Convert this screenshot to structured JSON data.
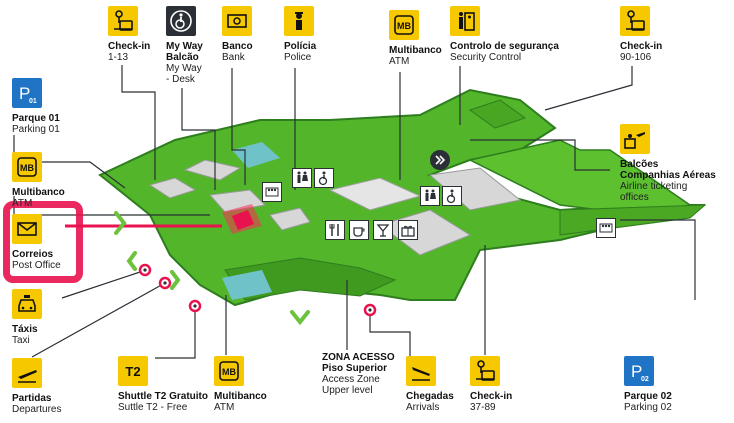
{
  "colors": {
    "map_floor": "#52b52a",
    "map_edge": "#2e7d1e",
    "map_wall": "#d7d7d7",
    "icon_yellow": "#f6c800",
    "icon_blue": "#1f74c6",
    "icon_dark": "#2b3036",
    "highlight": "#e8124f",
    "leader": "#2b3036",
    "water": "#6fc3c8"
  },
  "labels": {
    "checkin_1_13": {
      "title": "Check-in",
      "sub": "1-13",
      "icon": "checkin-luggage-icon"
    },
    "my_way": {
      "title": "My Way",
      "title2": "Balcão",
      "sub": "My Way",
      "sub2": "- Desk",
      "icon": "accessibility-icon"
    },
    "banco": {
      "title": "Banco",
      "sub": "Bank",
      "icon": "banknote-icon"
    },
    "policia": {
      "title": "Polícia",
      "sub": "Police",
      "icon": "police-officer-icon"
    },
    "multibanco_top": {
      "title": "Multibanco",
      "sub": "ATM",
      "icon": "multibanco-atm-icon",
      "glyph": "MB"
    },
    "seguranca": {
      "title": "Controlo de segurança",
      "sub": "Security Control",
      "icon": "security-control-icon"
    },
    "checkin_90_106": {
      "title": "Check-in",
      "sub": "90-106",
      "icon": "checkin-luggage-icon"
    },
    "parque_01": {
      "title": "Parque 01",
      "sub": "Parking 01",
      "icon": "parking-icon",
      "glyph": "P",
      "num": "01"
    },
    "multibanco_left": {
      "title": "Multibanco",
      "sub": "ATM",
      "icon": "multibanco-atm-icon",
      "glyph": "MB"
    },
    "balcoes": {
      "title": "Balcões",
      "title2": "Companhias Aéreas",
      "sub": "Airline ticketing",
      "sub2": "offices",
      "icon": "airline-ticketing-icon"
    },
    "correios": {
      "title": "Correios",
      "sub": "Post Office",
      "icon": "envelope-icon"
    },
    "taxis": {
      "title": "Táxis",
      "sub": "Taxi",
      "icon": "taxi-icon"
    },
    "partidas": {
      "title": "Partidas",
      "sub": "Departures",
      "icon": "departures-plane-icon"
    },
    "shuttle": {
      "title": "Shuttle T2 Gratuito",
      "sub": "Suttle T2 - Free",
      "icon": "terminal-2-icon",
      "glyph": "T2"
    },
    "multibanco_bottom": {
      "title": "Multibanco",
      "sub": "ATM",
      "icon": "multibanco-atm-icon",
      "glyph": "MB"
    },
    "zona_acesso": {
      "title": "ZONA ACESSO",
      "title2": "Piso Superior",
      "sub": "Access Zone",
      "sub2": "Upper level"
    },
    "chegadas": {
      "title": "Chegadas",
      "sub": "Arrivals",
      "icon": "arrivals-plane-icon"
    },
    "checkin_37_89": {
      "title": "Check-in",
      "sub": "37-89",
      "icon": "checkin-luggage-icon"
    },
    "parque_02": {
      "title": "Parque 02",
      "sub": "Parking 02",
      "icon": "parking-icon",
      "glyph": "P",
      "num": "02"
    }
  }
}
